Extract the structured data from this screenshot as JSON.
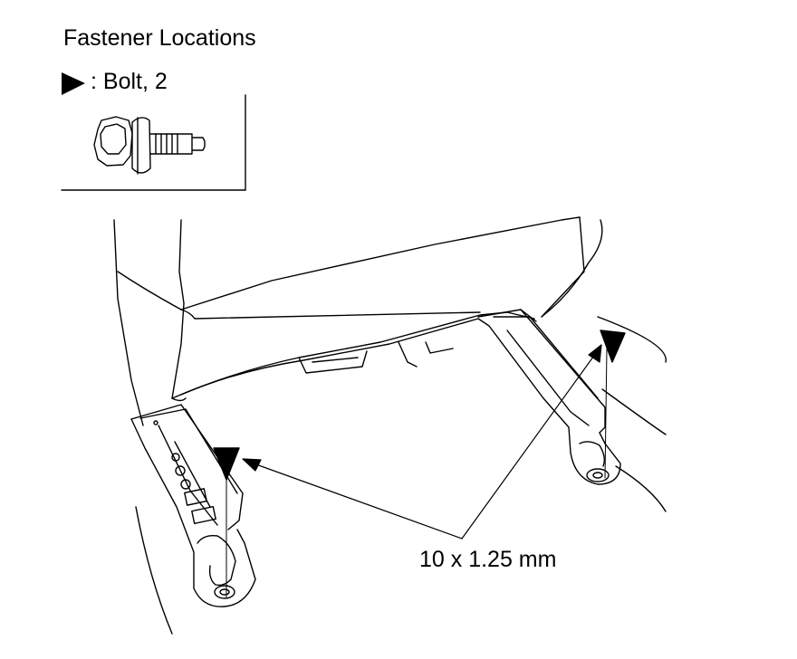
{
  "diagram": {
    "title": "Fastener Locations",
    "legend": {
      "marker": "filled-triangle-right",
      "text": ": Bolt, 2"
    },
    "callout": "10 x 1.25 mm",
    "colors": {
      "line": "#000000",
      "background": "#ffffff"
    }
  }
}
